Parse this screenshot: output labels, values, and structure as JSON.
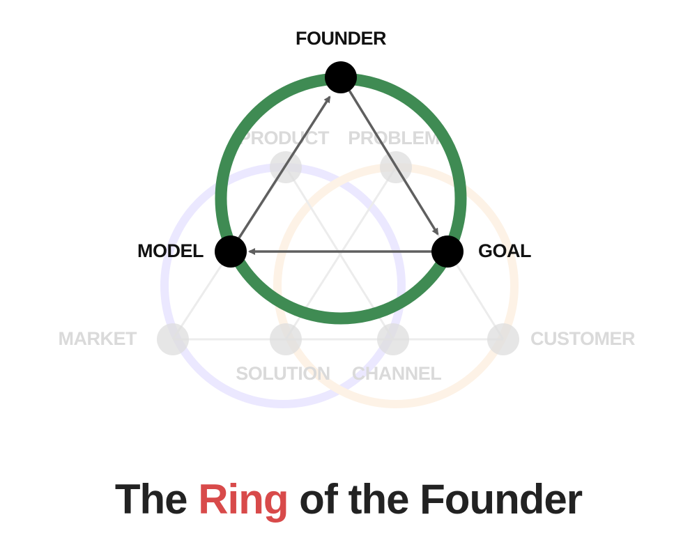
{
  "title": {
    "prefix": "The ",
    "accent": "Ring",
    "suffix": " of the Founder",
    "accent_color": "#d84a4a",
    "text_color": "#222222"
  },
  "colors": {
    "ring_active": "#3f8b53",
    "ring_left_faded": "#ebe8ff",
    "ring_right_faded": "#fdf2e6",
    "node_active": "#000000",
    "node_faded": "#dddddd",
    "arrow": "#5f5f5f",
    "faded_line": "#ececec"
  },
  "active_nodes": {
    "founder": "FOUNDER",
    "goal": "GOAL",
    "model": "MODEL"
  },
  "faded_nodes": {
    "product": "PRODUCT",
    "problem": "PROBLEM",
    "market": "MARKET",
    "solution": "SOLUTION",
    "channel": "CHANNEL",
    "customer": "CUSTOMER"
  },
  "edges": [
    {
      "from": "FOUNDER",
      "to": "GOAL"
    },
    {
      "from": "GOAL",
      "to": "MODEL"
    },
    {
      "from": "MODEL",
      "to": "FOUNDER"
    }
  ]
}
